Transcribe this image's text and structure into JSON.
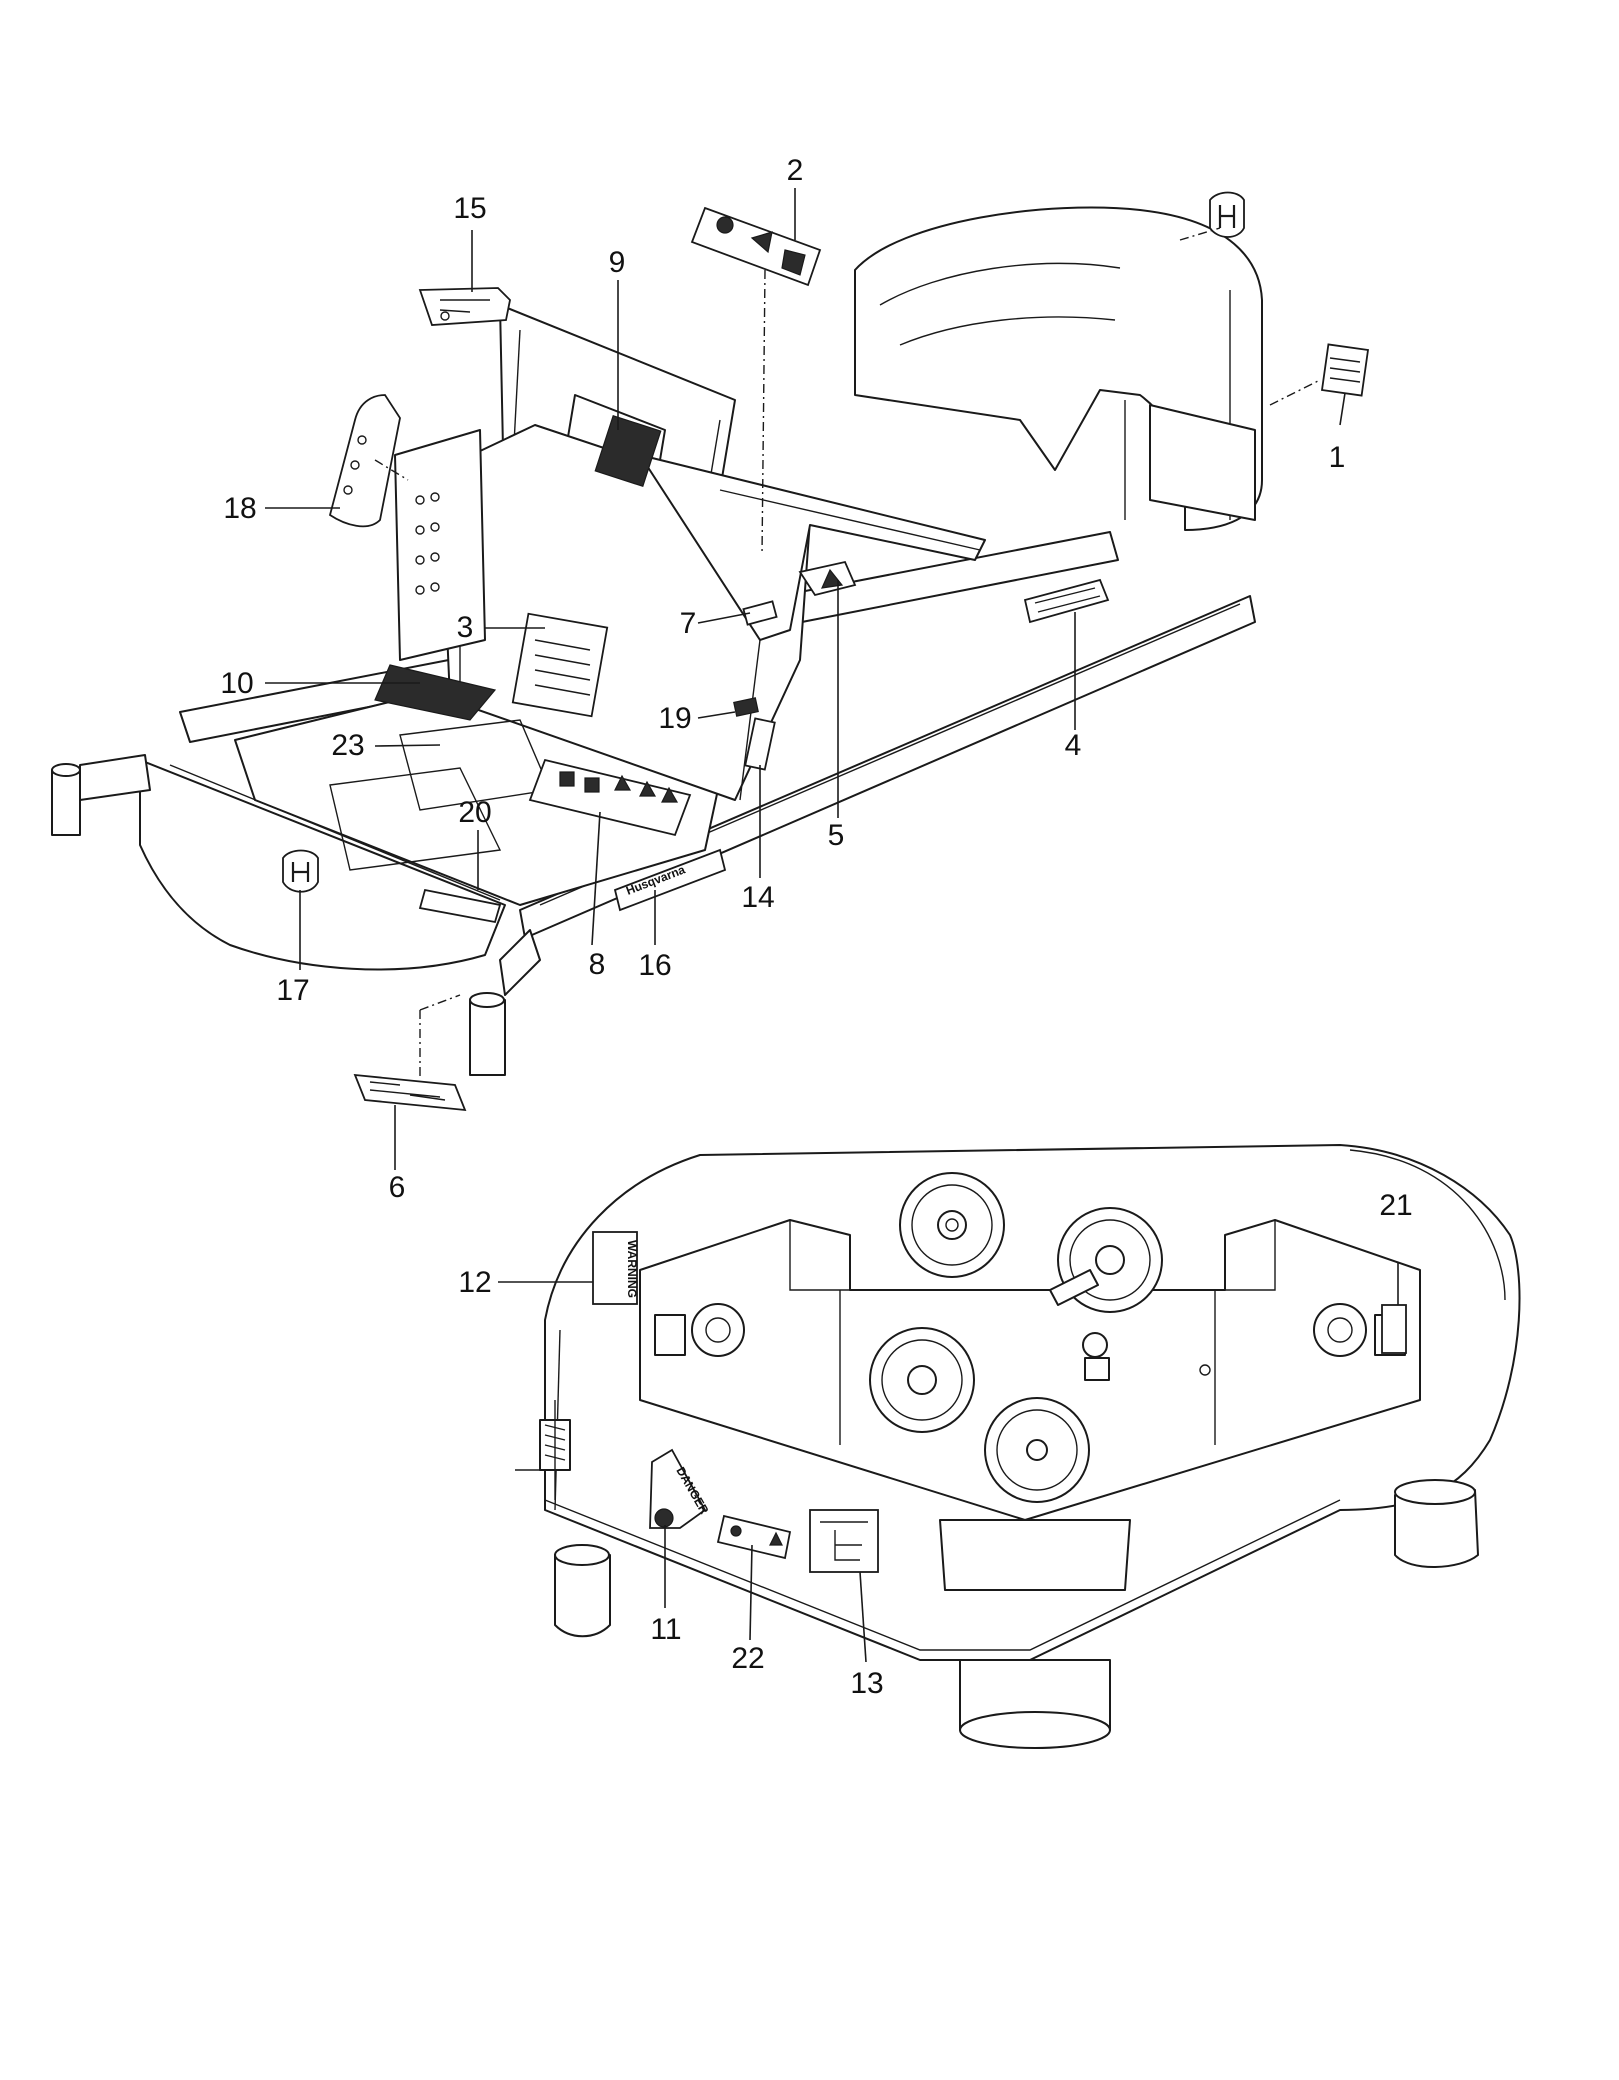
{
  "callouts": [
    {
      "id": "1",
      "label": "1"
    },
    {
      "id": "2",
      "label": "2"
    },
    {
      "id": "3",
      "label": "3"
    },
    {
      "id": "4",
      "label": "4"
    },
    {
      "id": "5",
      "label": "5"
    },
    {
      "id": "6",
      "label": "6"
    },
    {
      "id": "7",
      "label": "7"
    },
    {
      "id": "8",
      "label": "8"
    },
    {
      "id": "9",
      "label": "9"
    },
    {
      "id": "10",
      "label": "10"
    },
    {
      "id": "11",
      "label": "11"
    },
    {
      "id": "12",
      "label": "12"
    },
    {
      "id": "13",
      "label": "13"
    },
    {
      "id": "14",
      "label": "14"
    },
    {
      "id": "15",
      "label": "15"
    },
    {
      "id": "16",
      "label": "16"
    },
    {
      "id": "17",
      "label": "17"
    },
    {
      "id": "18",
      "label": "18"
    },
    {
      "id": "19",
      "label": "19"
    },
    {
      "id": "20",
      "label": "20"
    },
    {
      "id": "21",
      "label": "21"
    },
    {
      "id": "22",
      "label": "22"
    },
    {
      "id": "23",
      "label": "23"
    }
  ],
  "decal_text": {
    "danger": "DANGER",
    "warning": "WARNING",
    "brand": "Husqvarna"
  },
  "colors": {
    "line": "#1a1a1a",
    "paper": "#ffffff"
  }
}
